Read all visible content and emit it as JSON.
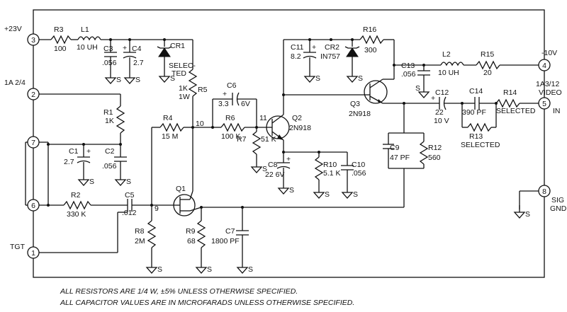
{
  "connectors": {
    "pin3_label": "+23V",
    "pin3_num": "3",
    "pin2_label": "1A 2/4",
    "pin2_num": "2",
    "pin7_num": "7",
    "pin6_num": "6",
    "pin1_label": "TGT",
    "pin1_num": "1",
    "pin4_label": "-10V",
    "pin4_num": "4",
    "pin5_label_a": "1A3/12",
    "pin5_label_b": "VIDEO",
    "pin5_label_c": "IN",
    "pin5_num": "5",
    "pin8_label_a": "SIG",
    "pin8_label_b": "GND",
    "pin8_num": "8"
  },
  "components": {
    "r3": "R3",
    "r3_val": "100",
    "l1": "L1",
    "l1_val": "10 UH",
    "c3": "C3",
    "c3_val": ".056",
    "c4": "C4",
    "c4_val": "2.7",
    "cr1": "CR1",
    "cr1_val_a": "SELEC-",
    "cr1_val_b": "TED",
    "r5": "R5",
    "r5_val_a": "1K",
    "r5_val_b": "1W",
    "r1": "R1",
    "r1_val": "1K",
    "c1": "C1",
    "c1_val": "2.7",
    "c2": "C2",
    "c2_val": ".056",
    "r2": "R2",
    "r2_val": "330 K",
    "c5": "C5",
    "c5_val": ".012",
    "r4": "R4",
    "r4_val": "15 M",
    "c6": "C6",
    "c6_val_a": "3.3",
    "c6_val_b": "6V",
    "r6": "R6",
    "r6_val": "100 K",
    "r7": "R7",
    "r7_val": "51 K",
    "q1": "Q1",
    "q2": "Q2",
    "q2_val": "2N918",
    "c8": "C8",
    "c8_val": "22 6V",
    "c11": "C11",
    "c11_val": "8.2",
    "cr2": "CR2",
    "cr2_val": "IN757",
    "r16": "R16",
    "r16_val": "300",
    "c13": "C13",
    "c13_val": ".056",
    "l2": "L2",
    "l2_val": "10 UH",
    "r15": "R15",
    "r15_val": "20",
    "q3": "Q3",
    "q3_val": "2N918",
    "c12": "C12",
    "c12_val_a": "22",
    "c12_val_b": "10 V",
    "c14": "C14",
    "c14_val": "390 PF",
    "r14": "R14",
    "r14_val": "SELECTED",
    "r13": "R13",
    "r13_val": "SELECTED",
    "c9": "C9",
    "c9_val": "47 PF",
    "r12": "R12",
    "r12_val": "560",
    "r10": "R10",
    "r10_val": "5.1 K",
    "c10": "C10",
    "c10_val": ".056",
    "r8": "R8",
    "r8_val": "2M",
    "r9": "R9",
    "r9_val": "68",
    "c7": "C7",
    "c7_val": "1800 PF"
  },
  "nodes": {
    "n9": "9",
    "n10": "10",
    "n11": "11"
  },
  "ground_symbol": "S",
  "plus_sign": "+",
  "notes": {
    "line1": "ALL RESISTORS ARE 1/4 W, ±5% UNLESS OTHERWISE SPECIFIED.",
    "line2": "ALL CAPACITOR VALUES ARE IN MICROFARADS UNLESS OTHERWISE SPECIFIED."
  }
}
